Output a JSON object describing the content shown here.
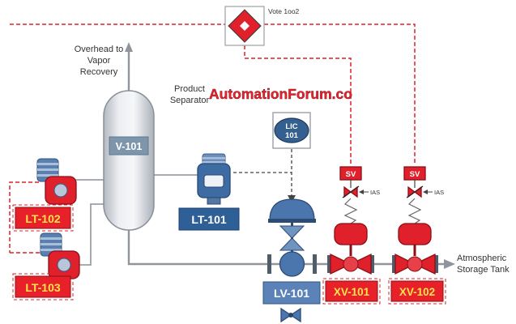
{
  "diagram": {
    "watermark": "AutomationForum.co",
    "vote_label": "Vote 1oo2",
    "overhead": {
      "line1": "Overhead to",
      "line2": "Vapor",
      "line3": "Recovery"
    },
    "separator_label": {
      "line1": "Product",
      "line2": "Separator"
    },
    "tank_label": {
      "line1": "Atmospheric",
      "line2": "Storage Tank"
    },
    "controller": {
      "line1": "LIC",
      "line2": "101"
    },
    "tags": {
      "vessel": "V-101",
      "lt101": "LT-101",
      "lt102": "LT-102",
      "lt103": "LT-103",
      "lv101": "LV-101",
      "xv101": "XV-101",
      "xv102": "XV-102"
    },
    "solenoids": {
      "sv1": "SV",
      "sv2": "SV",
      "ias1": "IAS",
      "ias2": "IAS"
    },
    "colors": {
      "signal_red": "#e0202a",
      "instrument_blue": "#2e5f97",
      "highlight_yellow": "#ffe34d",
      "pipe_gray": "#8f959b",
      "watermark_red": "#e8222d"
    }
  }
}
